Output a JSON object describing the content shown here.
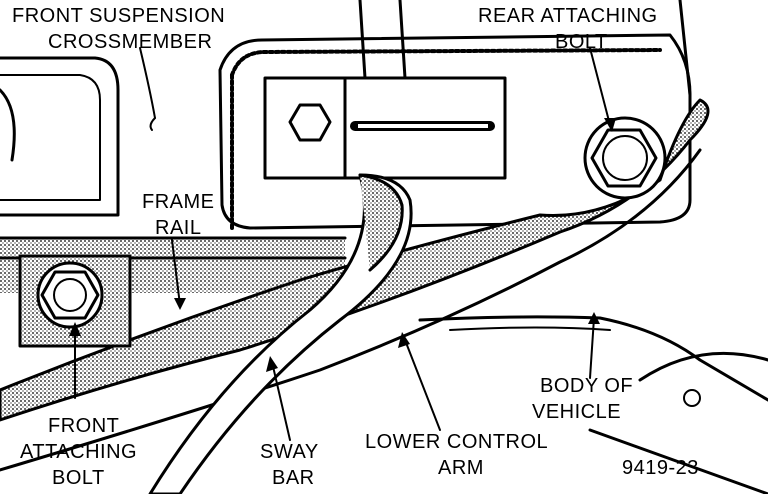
{
  "labels": {
    "front_suspension_crossmember": [
      "FRONT SUSPENSION",
      "CROSSMEMBER"
    ],
    "rear_attaching_bolt": [
      "REAR ATTACHING",
      "BOLT"
    ],
    "frame_rail": [
      "FRAME",
      "RAIL"
    ],
    "front_attaching_bolt": [
      "FRONT",
      "ATTACHING",
      "BOLT"
    ],
    "sway_bar": [
      "SWAY",
      "BAR"
    ],
    "lower_control_arm": [
      "LOWER CONTROL",
      "ARM"
    ],
    "body_of_vehicle": [
      "BODY OF",
      "VEHICLE"
    ],
    "figure_number": "9419-23"
  },
  "colors": {
    "ink": "#000000",
    "paper": "#ffffff"
  }
}
